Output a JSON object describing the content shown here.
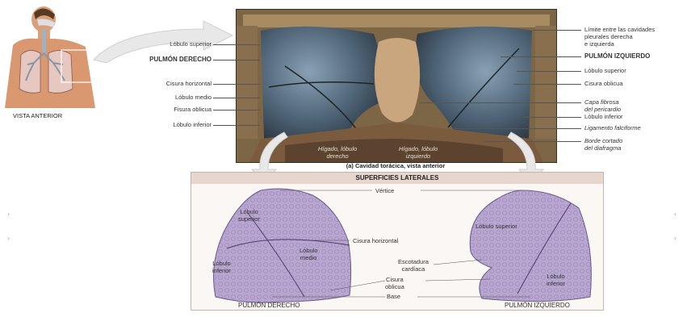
{
  "figure": {
    "caption": "VISTA ANTERIOR"
  },
  "thorax": {
    "caption": "(a) Cavidad torácica, vista anterior",
    "left_labels": [
      "Lóbulo superior",
      "PULMÓN DERECHO",
      "Cisura horizontal",
      "Lóbulo medio",
      "Fisura oblicua",
      "Lóbulo inferior"
    ],
    "right_labels": {
      "limite_1": "Límite entre las cavidades",
      "limite_2": "pleurales derecha",
      "limite_3": "e izquierda",
      "pulmon_izq": "PULMÓN IZQUIERDO",
      "lobulo_sup": "Lóbulo superior",
      "cisura_obl": "Cisura oblicua",
      "capa_1": "Capa fibrosa",
      "capa_2": "del pericardio",
      "lobulo_inf": "Lóbulo inferior",
      "ligamento": "Ligamento falciforme",
      "borde_1": "Borde cortado",
      "borde_2": "del diafragma"
    },
    "liver_labels": {
      "left_1": "Hígado, lóbulo",
      "left_2": "derecho",
      "right_1": "Hígado, lóbulo",
      "right_2": "izquierdo"
    }
  },
  "lateral": {
    "header": "SUPERFICIES LATERALES",
    "vertice": "Vértice",
    "base": "Base",
    "right_lung": {
      "name": "PULMÓN DERECHO",
      "sup_1": "Lóbulo",
      "sup_2": "superior",
      "med_1": "Lóbulo",
      "med_2": "medio",
      "inf_1": "Lóbulo",
      "inf_2": "inferior"
    },
    "left_lung": {
      "name": "PULMÓN IZQUIERDO",
      "sup": "Lóbulo superior",
      "inf_1": "Lóbulo",
      "inf_2": "inferior"
    },
    "center": {
      "cisura_h": "Cisura horizontal",
      "escot_1": "Escotadura",
      "escot_2": "cardíaca",
      "cisura_1": "Cisura",
      "cisura_2": "oblicua"
    }
  },
  "colors": {
    "lung_fill": "#b8a6d0",
    "lung_stroke": "#6b5a8a",
    "thorax_bg": "#6d5a3e",
    "panel_header": "#e6d6cd"
  }
}
